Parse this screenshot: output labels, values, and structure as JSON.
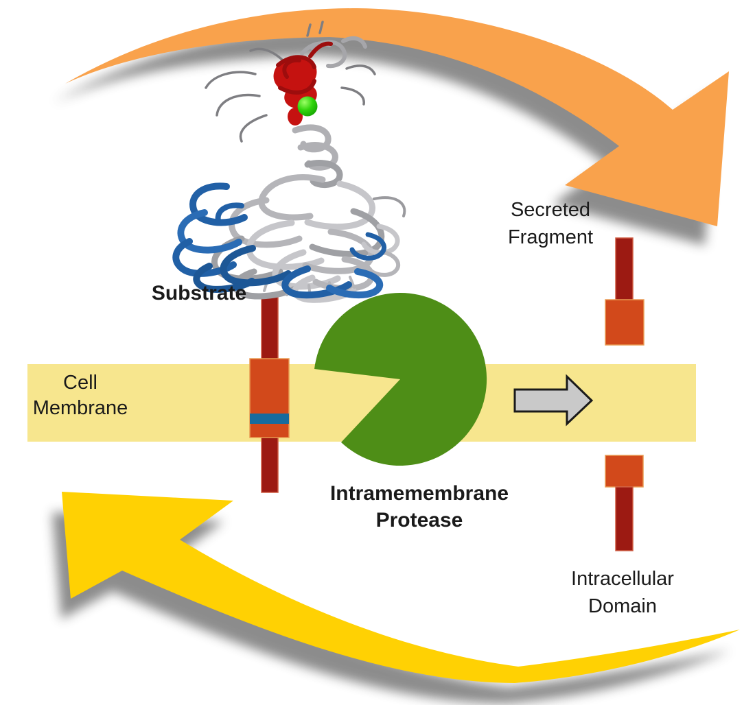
{
  "labels": {
    "substrate": "Substrate",
    "cell_membrane_line1": "Cell",
    "cell_membrane_line2": "Membrane",
    "protease_line1": "Intramemembrane",
    "protease_line2": "Protease",
    "secreted_fragment_line1": "Secreted",
    "secreted_fragment_line2": "Fragment",
    "intracellular_domain_line1": "Intracellular",
    "intracellular_domain_line2": "Domain"
  },
  "colors": {
    "membrane": "#F7E68E",
    "substrate_tail": "#9C1A12",
    "transmembrane_domain": "#D2491B",
    "cleavage_site_stripe": "#176B9E",
    "protease": "#4E8E17",
    "cycle_arrow_top": "#F9A24C",
    "cycle_arrow_bottom": "#FFD103",
    "release_arrow": "#C9C9C9",
    "arrow_shadow": "#4F4F4F",
    "ribbon_gray": "#B5B5B9",
    "ribbon_blue": "#2160A6",
    "ribbon_red": "#C51210",
    "green_sphere": "#2CD816"
  }
}
